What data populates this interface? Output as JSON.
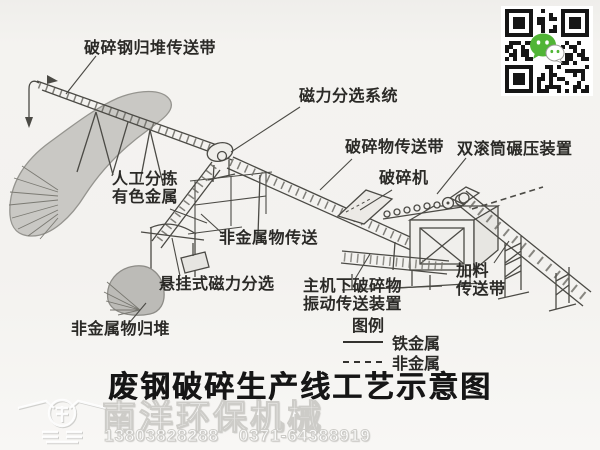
{
  "colors": {
    "wechat_green": "#51b536",
    "ink": "#2b2a27",
    "pile_gray": "#c9c8c4"
  },
  "diagram": {
    "title": "废钢破碎生产线工艺示意图",
    "labels": {
      "crushed_steel_pile_conveyor": "破碎钢归堆传送带",
      "magnetic_separation_system": "磁力分选系统",
      "crushed_material_conveyor": "破碎物传送带",
      "double_drum_roller": "双滚筒碾压装置",
      "crusher": "破碎机",
      "manual_sorting_1": "人工分拣",
      "manual_sorting_2": "有色金属",
      "nonmetal_conveyor": "非金属物传送",
      "suspended_magnetic_separator": "悬挂式磁力分选",
      "nonmetal_pile": "非金属物归堆",
      "under_crusher_vibrating_1": "主机下破碎物",
      "under_crusher_vibrating_2": "振动传送装置",
      "feed_conveyor_1": "加料",
      "feed_conveyor_2": "传送带"
    },
    "legend": {
      "title": "图例",
      "items": [
        {
          "label": "铁金属",
          "style": "solid"
        },
        {
          "label": "非金属",
          "style": "dashed"
        }
      ]
    }
  },
  "qr": {
    "icon": "wechat-icon"
  },
  "watermark": {
    "company": "南洋环保机械",
    "phone_mobile": "13803828288",
    "phone_landline": "0371-64388919"
  }
}
